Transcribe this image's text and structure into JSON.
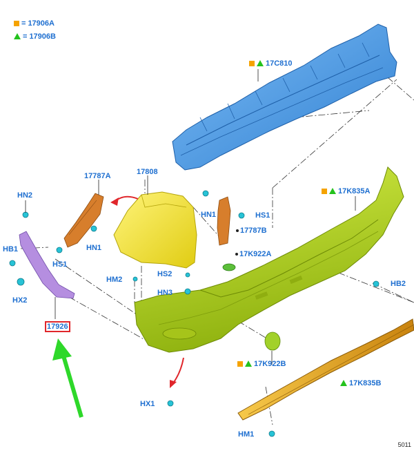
{
  "legend": {
    "orange_square": "17906A",
    "green_triangle": "17906B",
    "equals": "="
  },
  "labels": {
    "l17C810": "17C810",
    "l17787A": "17787A",
    "l17808": "17808",
    "lHN2": "HN2",
    "lHB1": "HB1",
    "lHX2": "HX2",
    "l17926": "17926",
    "lHS1a": "HS1",
    "lHN1a": "HN1",
    "lHN1b": "HN1",
    "lHS1b": "HS1",
    "l17787B": "17787B",
    "l17K835A": "17K835A",
    "l17K922A": "17K922A",
    "lHM2": "HM2",
    "lHS2": "HS2",
    "lHN3": "HN3",
    "lHB2": "HB2",
    "l17K922B": "17K922B",
    "l17K835B": "17K835B",
    "lHX1": "HX1",
    "lHM1": "HM1"
  },
  "figure_number": "5011",
  "colors": {
    "label_blue": "#1e6fd0",
    "marker_orange": "#f5a300",
    "marker_green": "#24c21d",
    "highlight_red": "#e0262b",
    "arrow_green": "#2ed82a",
    "part_blue": "#4a9ae6",
    "part_yellow": "#f2e83a",
    "part_lime": "#b9d62a",
    "part_orange": "#e4a21a",
    "part_purple": "#b58ee0",
    "part_copper": "#d77e2c",
    "clip_cyan": "#27c3d6"
  },
  "icons": [
    "orange-square-marker",
    "green-triangle-marker",
    "red-curved-arrow",
    "green-pointer-arrow"
  ]
}
